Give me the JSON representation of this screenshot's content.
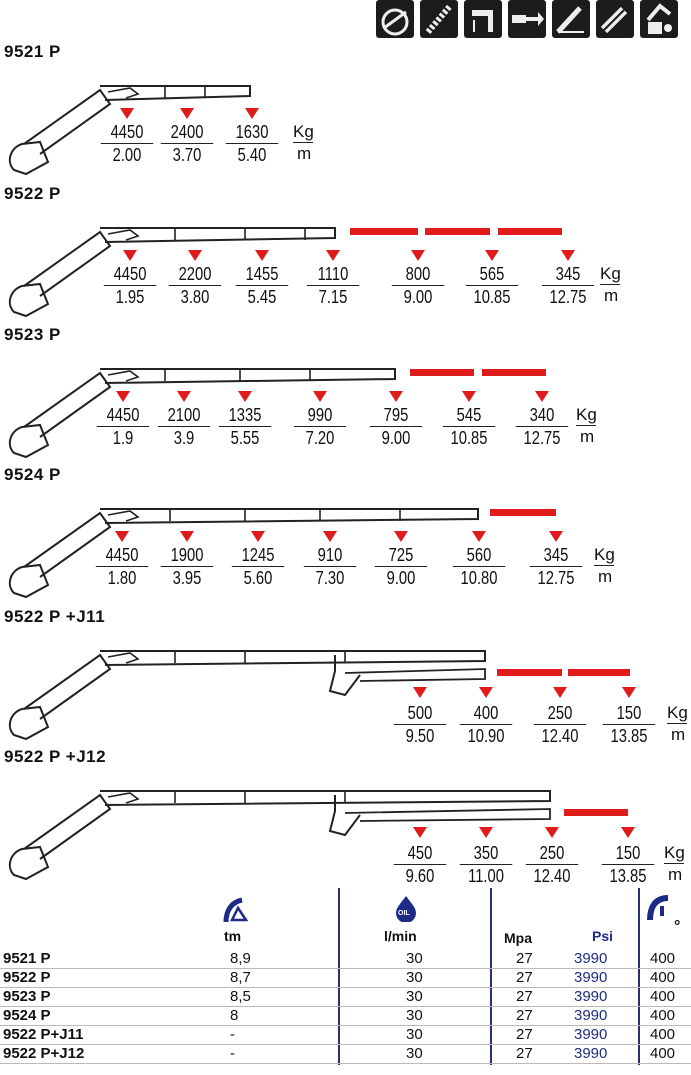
{
  "colors": {
    "red": "#e01b1b",
    "navy": "#1e2b86",
    "line": "#222222"
  },
  "top_icons": [
    "crane-rotation-icon",
    "slewing-ring-icon",
    "mounting-icon",
    "extension-icon",
    "boom-angle-icon",
    "winch-icon",
    "cabin-icon"
  ],
  "units": {
    "kg": "Kg",
    "m": "m"
  },
  "models": [
    {
      "name": "9521 P",
      "loads": [
        {
          "kg": "4450",
          "m": "2.00"
        },
        {
          "kg": "2400",
          "m": "3.70"
        },
        {
          "kg": "1630",
          "m": "5.40"
        }
      ]
    },
    {
      "name": "9522 P",
      "loads": [
        {
          "kg": "4450",
          "m": "1.95"
        },
        {
          "kg": "2200",
          "m": "3.80"
        },
        {
          "kg": "1455",
          "m": "5.45"
        },
        {
          "kg": "1110",
          "m": "7.15"
        },
        {
          "kg": "800",
          "m": "9.00"
        },
        {
          "kg": "565",
          "m": "10.85"
        },
        {
          "kg": "345",
          "m": "12.75"
        }
      ]
    },
    {
      "name": "9523 P",
      "loads": [
        {
          "kg": "4450",
          "m": "1.9"
        },
        {
          "kg": "2100",
          "m": "3.9"
        },
        {
          "kg": "1335",
          "m": "5.55"
        },
        {
          "kg": "990",
          "m": "7.20"
        },
        {
          "kg": "795",
          "m": "9.00"
        },
        {
          "kg": "545",
          "m": "10.85"
        },
        {
          "kg": "340",
          "m": "12.75"
        }
      ]
    },
    {
      "name": "9524 P",
      "loads": [
        {
          "kg": "4450",
          "m": "1.80"
        },
        {
          "kg": "1900",
          "m": "3.95"
        },
        {
          "kg": "1245",
          "m": "5.60"
        },
        {
          "kg": "910",
          "m": "7.30"
        },
        {
          "kg": "725",
          "m": "9.00"
        },
        {
          "kg": "560",
          "m": "10.80"
        },
        {
          "kg": "345",
          "m": "12.75"
        }
      ]
    },
    {
      "name": "9522 P +J11",
      "loads": [
        {
          "kg": "500",
          "m": "9.50"
        },
        {
          "kg": "400",
          "m": "10.90"
        },
        {
          "kg": "250",
          "m": "12.40"
        },
        {
          "kg": "150",
          "m": "13.85"
        }
      ]
    },
    {
      "name": "9522 P +J12",
      "loads": [
        {
          "kg": "450",
          "m": "9.60"
        },
        {
          "kg": "350",
          "m": "11.00"
        },
        {
          "kg": "250",
          "m": "12.40"
        },
        {
          "kg": "150",
          "m": "13.85"
        }
      ]
    }
  ],
  "spec_table": {
    "headers": {
      "tm": "tm",
      "flow": "l/min",
      "mpa": "Mpa",
      "psi": "Psi",
      "deg": "°"
    },
    "header_icons": [
      "lifting-moment-icon",
      "oil-flow-icon",
      "slewing-angle-icon"
    ],
    "rows": [
      {
        "model": "9521 P",
        "tm": "8,9",
        "flow": "30",
        "mpa": "27",
        "psi": "3990",
        "deg": "400"
      },
      {
        "model": "9522 P",
        "tm": "8,7",
        "flow": "30",
        "mpa": "27",
        "psi": "3990",
        "deg": "400"
      },
      {
        "model": "9523 P",
        "tm": "8,5",
        "flow": "30",
        "mpa": "27",
        "psi": "3990",
        "deg": "400"
      },
      {
        "model": "9524 P",
        "tm": "8",
        "flow": "30",
        "mpa": "27",
        "psi": "3990",
        "deg": "400"
      },
      {
        "model": "9522 P+J11",
        "tm": "-",
        "flow": "30",
        "mpa": "27",
        "psi": "3990",
        "deg": "400"
      },
      {
        "model": "9522 P+J12",
        "tm": "-",
        "flow": "30",
        "mpa": "27",
        "psi": "3990",
        "deg": "400"
      }
    ]
  }
}
